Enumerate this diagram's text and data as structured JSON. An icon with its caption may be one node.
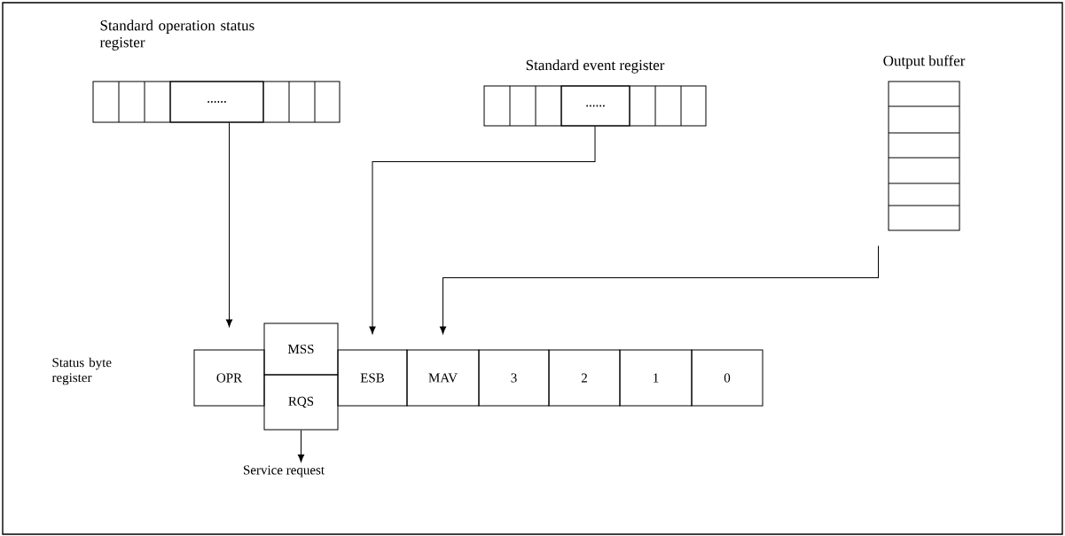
{
  "diagram": {
    "nodes": [
      {
        "text": [
          "Standard operation status register"
        ]
      },
      {
        "text": [
          "......"
        ],
        "in": 0
      },
      {
        "text": [
          "Standard event register"
        ]
      },
      {
        "text": [
          "......"
        ],
        "in": 2
      },
      {
        "text": [
          "Output buffer"
        ]
      },
      {
        "text": [
          "Status byte register"
        ]
      },
      {
        "text": [
          "OPR"
        ]
      },
      {
        "text": [
          "MSS"
        ]
      },
      {
        "text": [
          "RQS"
        ]
      },
      {
        "text": [
          "ESB"
        ]
      },
      {
        "text": [
          "MAV"
        ]
      },
      {
        "text": [
          "3"
        ]
      },
      {
        "text": [
          "2"
        ]
      },
      {
        "text": [
          "1"
        ]
      },
      {
        "text": [
          "0"
        ]
      },
      {
        "text": [
          "Service request"
        ]
      }
    ],
    "edges": [
      {
        "from": 0,
        "to": 6,
        "arrow": "to"
      },
      {
        "from": 2,
        "to": 9,
        "arrow": "to"
      },
      {
        "from": 4,
        "to": 10,
        "arrow": "to"
      },
      {
        "from": 8,
        "to": 15,
        "arrow": "to"
      }
    ]
  }
}
